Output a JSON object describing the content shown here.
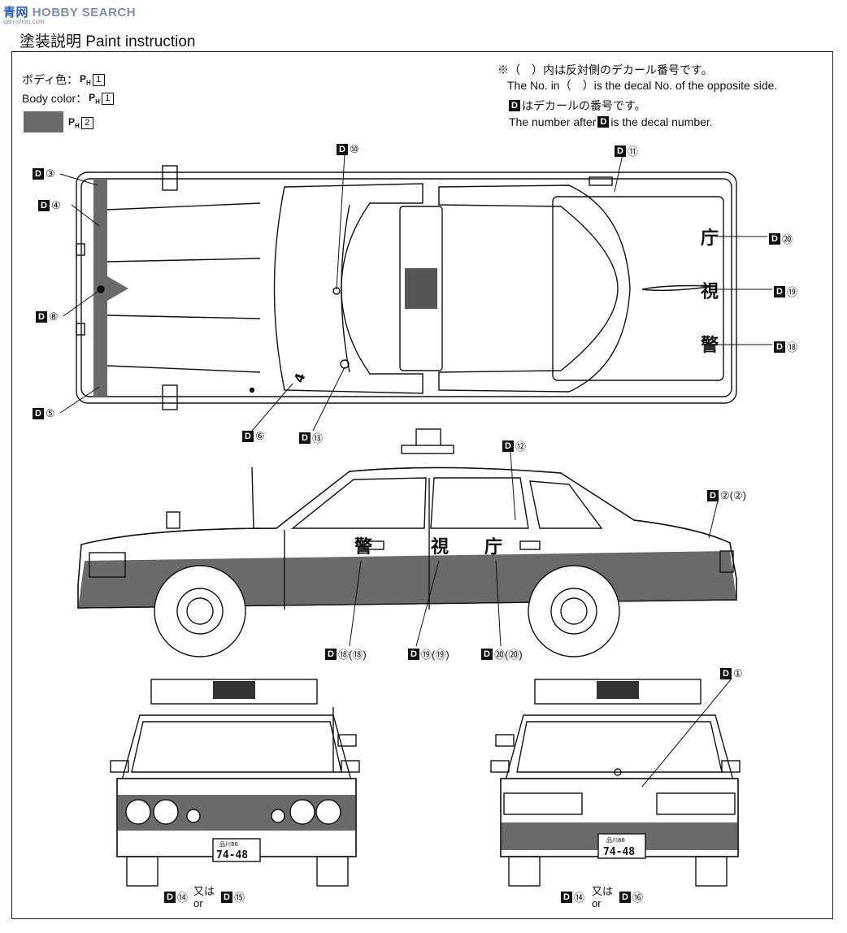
{
  "watermark": {
    "brand_cn": "青网",
    "brand_en": "HOBBY SEARCH",
    "domain": "qan-shou.com"
  },
  "title": "塗装説明 Paint instruction",
  "legend": {
    "body_color_jp": "ボディ色：",
    "body_color_en": "Body color：",
    "ph": "P",
    "ph_sub": "H",
    "body_num": "1",
    "swatch_num": "2",
    "swatch_color": "#6a6a6a"
  },
  "notes": {
    "line1": "※（　）内は反対側のデカール番号です。",
    "line2": "The No. in（　）is the decal No. of the opposite side.",
    "line3": "はデカールの番号です。",
    "line4_pre": "The number after",
    "line4_post": "is the decal number."
  },
  "decal_letter": "D",
  "decals": {
    "d1": "①",
    "d3": "③",
    "d4": "④",
    "d5": "⑤",
    "d6": "⑥",
    "d8": "⑧",
    "d10": "⑩",
    "d11": "⑪",
    "d12": "⑫",
    "d13": "⑬",
    "d18": "⑱",
    "d19": "⑲",
    "d20": "⑳",
    "d2": "②(②)",
    "d18s": "⑱(⑱)",
    "d19s": "⑲(⑲)",
    "d20s": "⑳(⑳)",
    "d14": "⑭",
    "d15": "⑮",
    "d16": "⑯"
  },
  "or_jp": "又は",
  "or_en": "or",
  "car_text": {
    "kei": "警",
    "shi": "視",
    "cho": "庁",
    "plate_top": "品川88",
    "plate_num": "74-48",
    "hood_num": "4"
  }
}
